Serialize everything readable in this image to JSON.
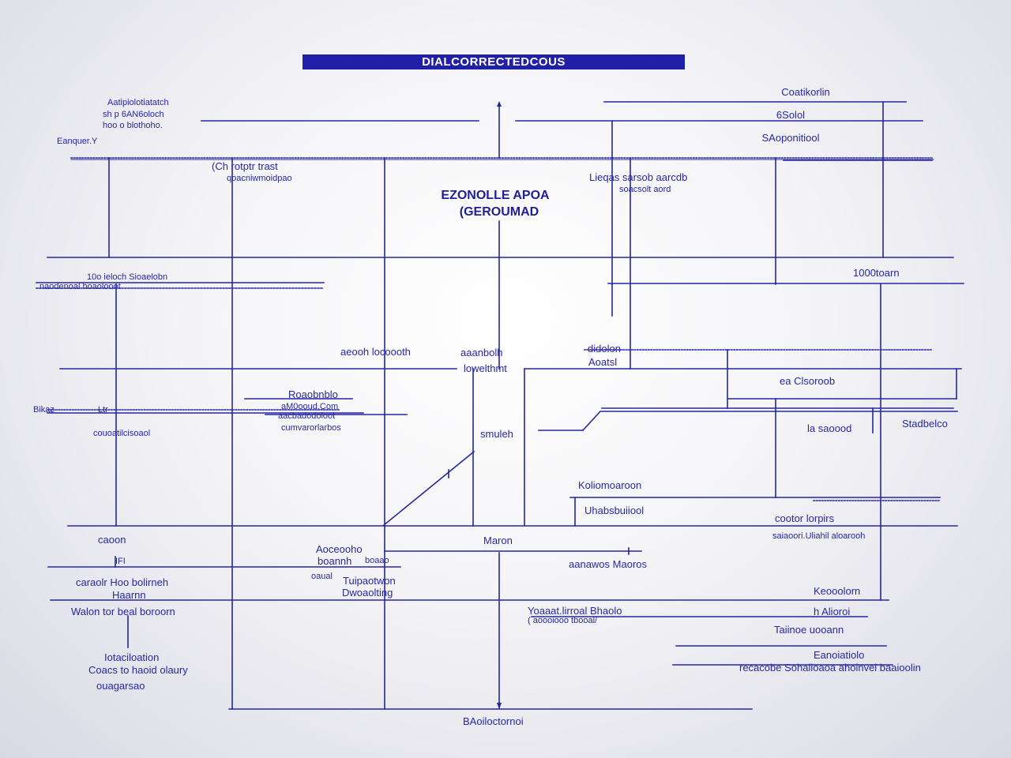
{
  "title": "DIALCORRECTEDCOUS",
  "center": {
    "line1": "EZONOLLE APOA",
    "line2": "(GEROUMAD"
  },
  "labels": {
    "top_left_1": "Aatipiolotiatatch",
    "top_left_2": "sh p 6AN6oloch",
    "top_left_3": "hoo o blothoho.",
    "top_left_4": "Eanquer.Y",
    "top_right_1": "Coatikorlin",
    "top_right_2": "6Solol",
    "top_right_3": "SAoponitiool",
    "mid_left_1": "(Ch rotptr trast",
    "mid_left_2": "qoacniwmoidpao",
    "mid_right_1": "Lieqas sarsob aarcdb",
    "mid_right_2": "soacsolt aord",
    "right_row_1": "1000toarn",
    "left_row_2a": "10o ieloch Sioaelobn",
    "left_row_2b": "naodenoal hoaolooot",
    "row3_1": "aeooh locoooth",
    "row3_2a": "aaanbolh",
    "row3_2b": "lowelthmt",
    "row3_3a": "didolon",
    "row3_3b": "Aoatsl",
    "right_row_3": "ea Clsoroob",
    "left_row_4a": "Bikaz",
    "left_row_4b": "Ltr",
    "left_row_4c": "couoatilcisoaol",
    "mid_row_4a": "Roaobnblo",
    "mid_row_4b": "aM0ooud.Com",
    "mid_row_4c": "aacbadodoloot",
    "mid_row_4d": "cumvarorlarbos",
    "center_row_4": "smuleh",
    "right_row_4a": "la saoood",
    "right_row_4b": "Stadbelco",
    "mid_row_5a": "Koliomoaroon",
    "mid_row_5b": "Uhabsbuiiool",
    "right_row_5a": "cootor lorpirs",
    "right_row_5b": "saiaoori.Uliahil aloarooh",
    "left_row_6": "caoon",
    "center_row_6": "Maron",
    "mid_row_6a": "Aoceooho",
    "mid_row_6b": "boannh",
    "mid_row_6c": "boaao",
    "mid_row_6d": "oaual",
    "mid_row_6e": "Tuipaotwon",
    "mid_row_6f": "Dwoaolting",
    "right_row_6": "aanawos Maoros",
    "left_row_7a": "IFI",
    "left_row_7b": "caraolr Hoo bolirneh",
    "left_row_7c": "Haarnn",
    "left_row_7d": "Walon tor beal boroorn",
    "right_row_7a": "Keooolorn",
    "right_row_7b": "h Alioroi",
    "right_row_7c": "Taiinoe uooann",
    "center_row_7a": "Yoaaat.lirroal Bhaolo",
    "center_row_7b": "( aoooiooo tbooal/",
    "bottom_left_1": "Iotaciloation",
    "bottom_left_2": "Coacs to haoid olaury",
    "bottom_left_3": "ouagarsao",
    "bottom_right_1": "Eanoiatiolo",
    "bottom_right_2": "recacobe Sohalioaoa ahoinvel baaioolin",
    "bottom_center": "BAoiloctornoi"
  }
}
